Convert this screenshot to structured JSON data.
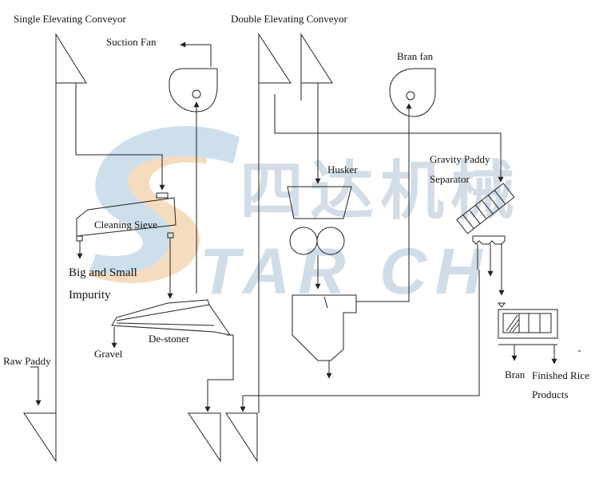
{
  "labels": {
    "single_elevating_conveyor": "Single Elevating Conveyor",
    "double_elevating_conveyor": "Double Elevating Conveyor",
    "suction_fan": "Suction Fan",
    "bran_fan": "Bran fan",
    "husker": "Husker",
    "gravity_paddy_line1": "Gravity Paddy",
    "gravity_paddy_line2": "Separator",
    "cleaning_sieve": "Cleaning Sieve",
    "impurity_line1": "Big and Small",
    "impurity_line2": "Impurity",
    "raw_paddy": "Raw Paddy",
    "gravel": "Gravel",
    "de_stoner": "De-stoner",
    "bran": "Bran",
    "finished_rice_line1": "Finished Rice",
    "finished_rice_line2": "Products"
  },
  "watermark": {
    "chinese": "四达机械",
    "latin": "TAR CH",
    "colors": {
      "blue": "#c9dceb",
      "orange": "#f6d9b8",
      "gray": "#d8dde4"
    }
  },
  "colors": {
    "line": "#222222",
    "text": "#111111"
  }
}
